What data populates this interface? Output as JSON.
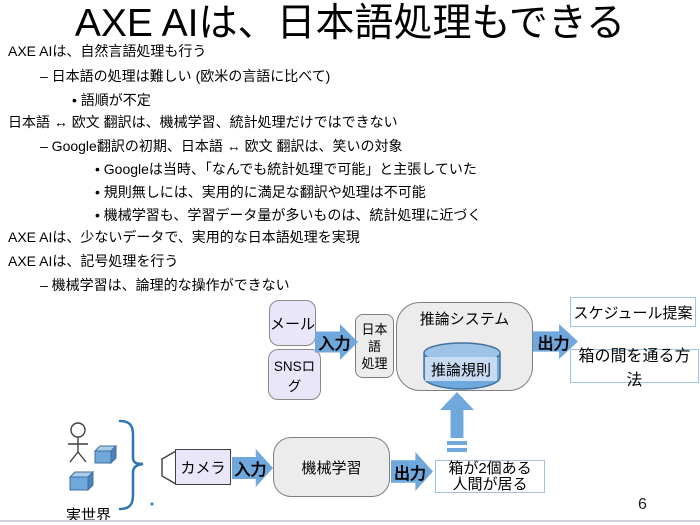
{
  "slide": {
    "title": "AXE AIは、日本語処理もできる",
    "page_number": "6"
  },
  "bullets": [
    {
      "text": "AXE AIは、自然言語処理も行う"
    },
    {
      "text": "– 日本語の処理は難しい (欧米の言語に比べて)"
    },
    {
      "text": "• 語順が不定"
    },
    {
      "text": "日本語 ↔ 欧文 翻訳は、機械学習、統計処理だけではできない"
    },
    {
      "text": "– Google翻訳の初期、日本語 ↔ 欧文 翻訳は、笑いの対象"
    },
    {
      "text": "• Googleは当時、「なんでも統計処理で可能」と主張していた"
    },
    {
      "text": "• 規則無しには、実用的に満足な翻訳や処理は不可能"
    },
    {
      "text": "• 機械学習も、学習データ量が多いものは、統計処理に近づく"
    },
    {
      "text": "AXE AIは、少ないデータで、実用的な日本語処理を実現"
    },
    {
      "text": "AXE AIは、記号処理を行う"
    },
    {
      "text": "– 機械学習は、論理的な操作ができない"
    }
  ],
  "diagram": {
    "mail_label": "メール",
    "sns_label": "SNSログ",
    "input_label": "入力",
    "output_label": "出力",
    "jp_proc_line1": "日本語",
    "jp_proc_line2": "処理",
    "inference_system_label": "推論システム",
    "inference_rules_label": "推論規則",
    "schedule_label": "スケジュール提案",
    "path_label": "箱の間を通る方法",
    "ml_label": "機械学習",
    "camera_label": "カメラ",
    "detection_line1": "箱が2個ある",
    "detection_line2": "人間が居る",
    "real_world_label": "実世界"
  },
  "colors": {
    "arrow_blue": "#6FA8DC",
    "cylinder_top": "#9DC3E6",
    "outline_blue": "#41719C",
    "brace_blue": "#2E75B6",
    "lavender_fill": "#E8E6F8",
    "gray_fill": "#ECECEC",
    "output_box_border": "#9DC3E6"
  }
}
